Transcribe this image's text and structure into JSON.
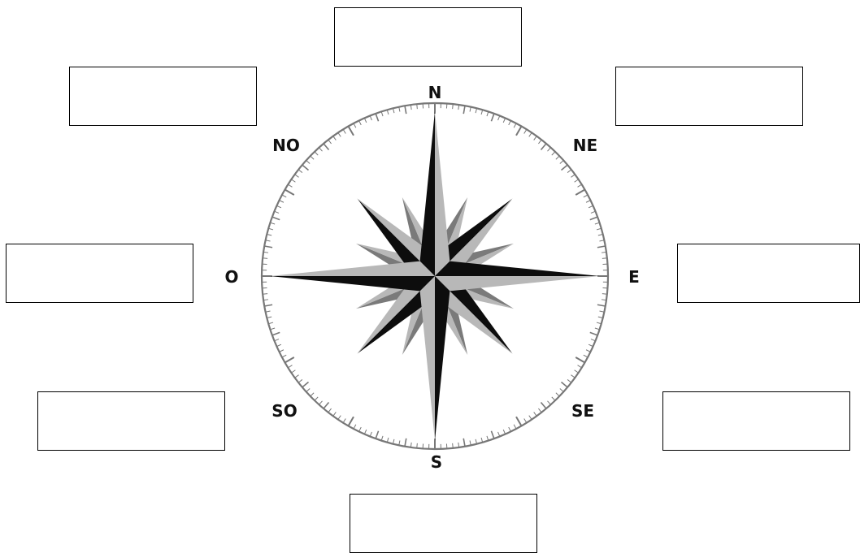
{
  "compass": {
    "labels": {
      "n": "N",
      "ne": "NE",
      "e": "E",
      "se": "SE",
      "s": "S",
      "so": "SO",
      "o": "O",
      "no": "NO"
    }
  },
  "answer_boxes": {
    "n": "",
    "ne": "",
    "e": "",
    "se": "",
    "s": "",
    "so": "",
    "o": "",
    "no": ""
  },
  "colors": {
    "dark": "#0d0d0d",
    "mid": "#7a7a7a",
    "light": "#b8b8b8",
    "ring": "#777777"
  }
}
